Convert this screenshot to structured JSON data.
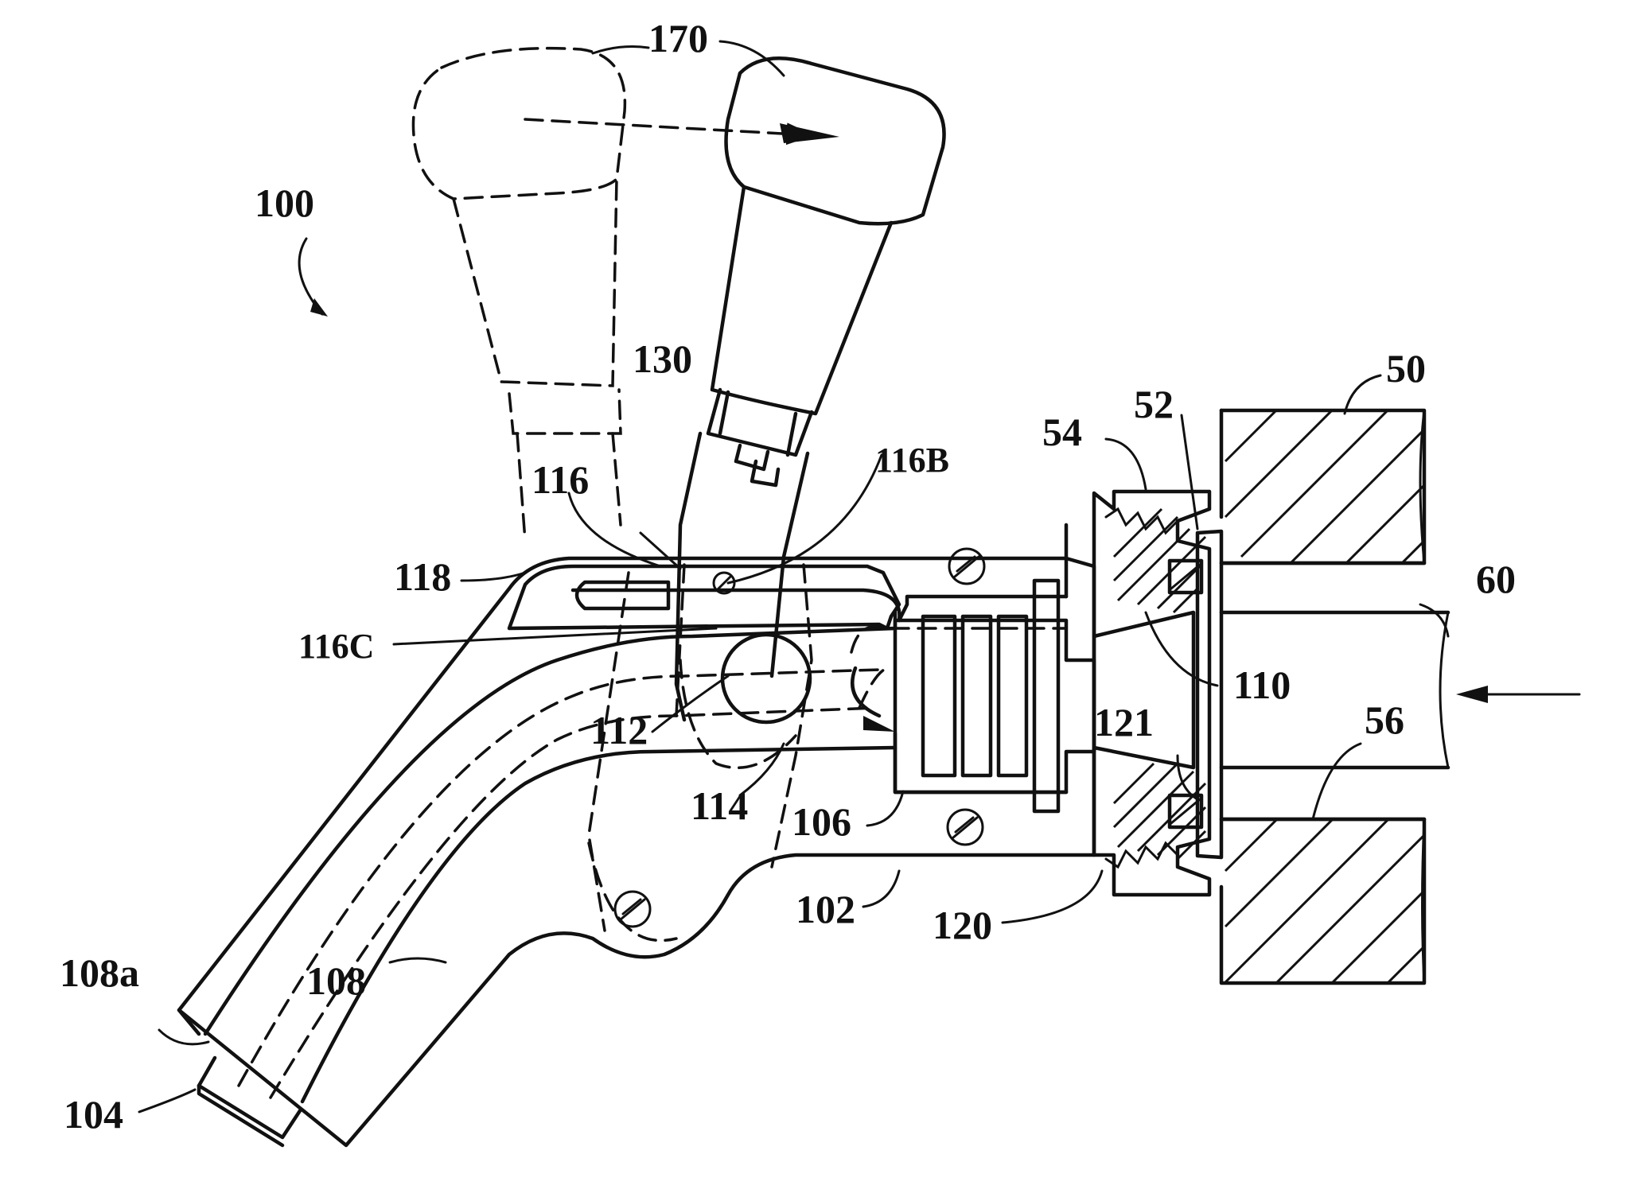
{
  "figure": {
    "labels": {
      "l100": "100",
      "l170": "170",
      "l130": "130",
      "l50": "50",
      "l52": "52",
      "l54": "54",
      "l116": "116",
      "l116B": "116B",
      "l118": "118",
      "l116C": "116C",
      "l60": "60",
      "l110": "110",
      "l112": "112",
      "l121": "121",
      "l56": "56",
      "l114": "114",
      "l106": "106",
      "l102": "102",
      "l120": "120",
      "l108a": "108a",
      "l108": "108",
      "l104": "104"
    }
  }
}
